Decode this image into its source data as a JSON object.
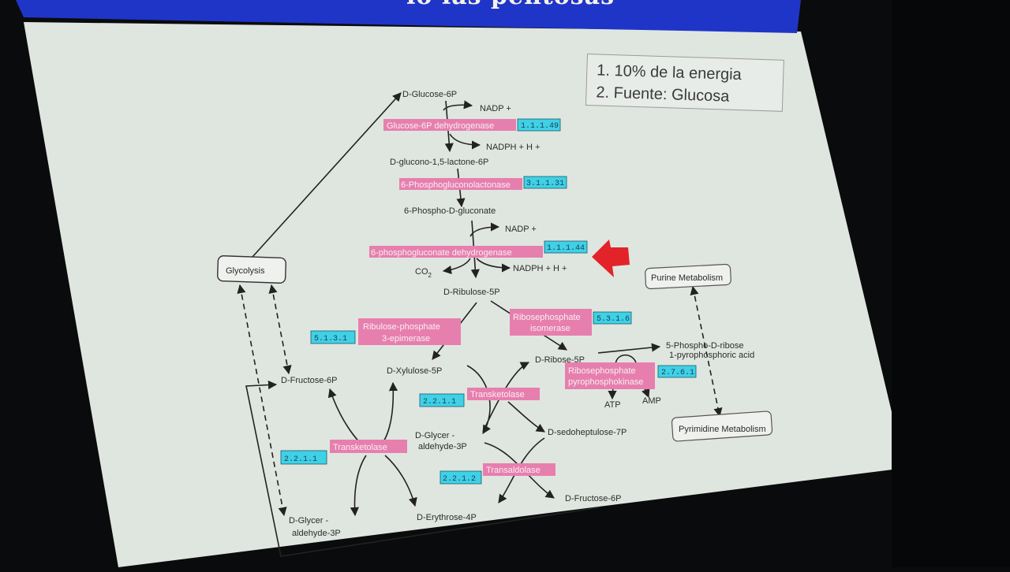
{
  "slide": {
    "title_fragment": "lo las pentosas",
    "notes": [
      "1. 10% de la energia",
      "2. Fuente: Glucosa"
    ]
  },
  "colors": {
    "enzyme_fill": "#e77fae",
    "ec_fill": "#3fd1e6",
    "title_blue": "#1f35c8",
    "arrow_red": "#e3232a"
  },
  "metabolites": {
    "glucose6p": "D-Glucose-6P",
    "nadp1": "NADP +",
    "nadph1": "NADPH + H +",
    "gluconolactone": "D-glucono-1,5-lactone-6P",
    "phosphogluconate": "6-Phospho-D-gluconate",
    "nadp2": "NADP +",
    "co2": "CO",
    "co2_sub": "2",
    "nadph2": "NADPH + H +",
    "ribulose5p": "D-Ribulose-5P",
    "xylulose5p": "D-Xylulose-5P",
    "ribose5p": "D-Ribose-5P",
    "prpp_line1": "5-Phospho-D-ribose",
    "prpp_line2": "1-pyrophosphoric acid",
    "atp": "ATP",
    "amp": "AMP",
    "fructose6p_left": "D-Fructose-6P",
    "glyceraldehyde_mid_1": "D-Glycer -",
    "glyceraldehyde_mid_2": "aldehyde-3P",
    "sedoheptulose": "D-sedoheptulose-7P",
    "erythrose": "D-Erythrose-4P",
    "fructose6p_right": "D-Fructose-6P",
    "glyceraldehyde_low_1": "D-Glycer -",
    "glyceraldehyde_low_2": "aldehyde-3P"
  },
  "pathways": {
    "glycolysis": "Glycolysis",
    "purine": "Purine Metabolism",
    "pyrimidine": "Pyrimidine Metabolism"
  },
  "enzymes": {
    "g6pdh": {
      "name": "Glucose-6P dehydrogenase",
      "ec": "1.1.1.49"
    },
    "lactonase": {
      "name": "6-Phosphogluconolactonase",
      "ec": "3.1.1.31"
    },
    "pgdh": {
      "name": "6-phosphogluconate dehydrogenase",
      "ec": "1.1.1.44"
    },
    "epimerase": {
      "line1": "Ribulose-phosphate",
      "line2": "3-epimerase",
      "ec": "5.1.3.1"
    },
    "isomerase": {
      "line1": "Ribosephosphate",
      "line2": "isomerase",
      "ec": "5.3.1.6"
    },
    "pyrophosphokinase": {
      "line1": "Ribosephosphate",
      "line2": "pyrophosphokinase",
      "ec": "2.7.6.1"
    },
    "transketolase_mid": {
      "name": "Transketolase",
      "ec": "2.2.1.1"
    },
    "transketolase_left": {
      "name": "Transketolase",
      "ec": "2.2.1.1"
    },
    "transaldolase": {
      "name": "Transaldolase",
      "ec": "2.2.1.2"
    }
  }
}
